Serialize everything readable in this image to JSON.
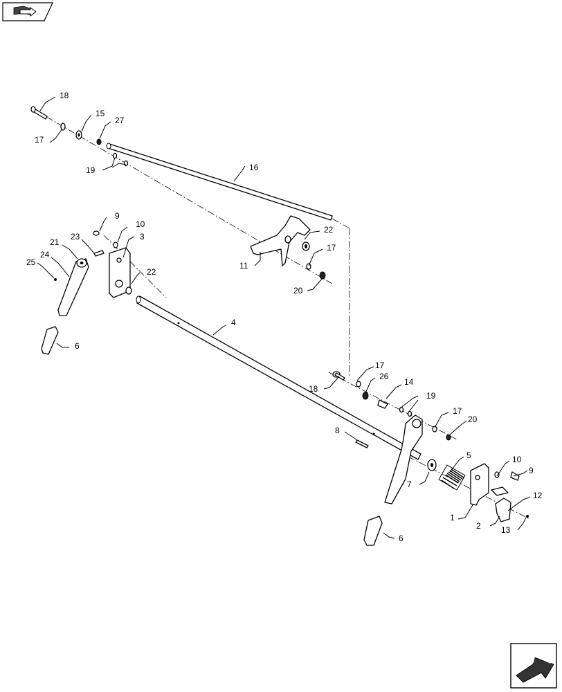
{
  "nav": {
    "top_left_icon": "book-arrow-icon",
    "bottom_right_icon": "next-page-arrow-icon"
  },
  "callouts": [
    "18",
    "17",
    "15",
    "27",
    "19",
    "16",
    "9",
    "10",
    "3",
    "22",
    "21",
    "23",
    "24",
    "25",
    "6",
    "4",
    "11",
    "22",
    "17",
    "20",
    "17",
    "26",
    "18",
    "14",
    "19",
    "17",
    "20",
    "8",
    "5",
    "10",
    "9",
    "7",
    "12",
    "1",
    "2",
    "13",
    "6"
  ]
}
